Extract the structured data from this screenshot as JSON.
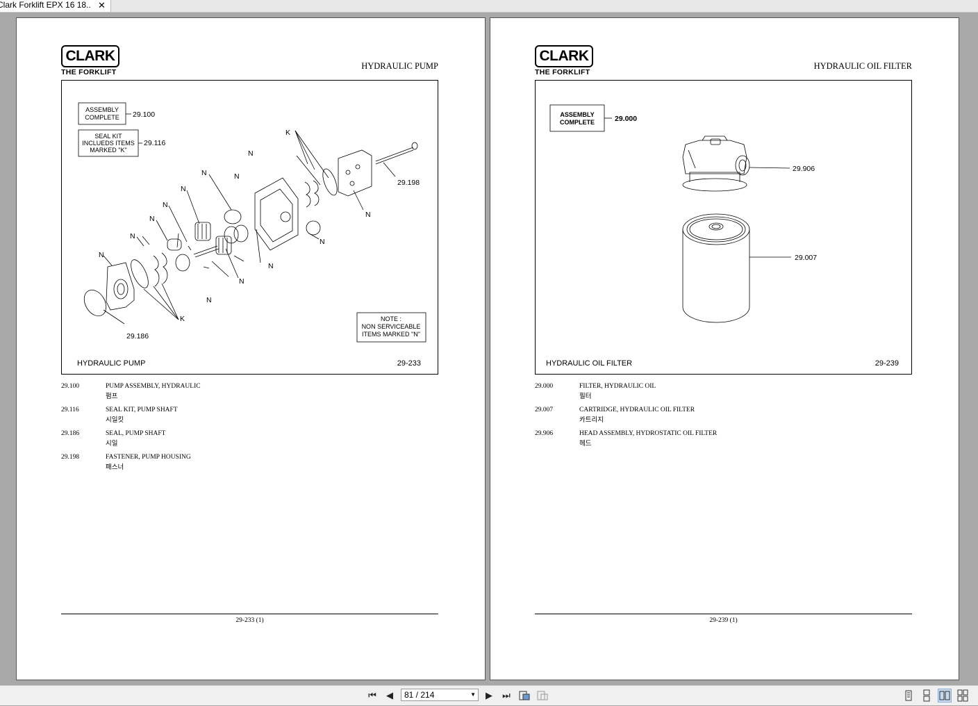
{
  "tab": {
    "title": "Clark Forklift EPX 16 18...",
    "close": "✕"
  },
  "left_page": {
    "logo": {
      "brand": "CLARK",
      "sub": "THE FORKLIFT"
    },
    "heading": "HYDRAULIC PUMP",
    "figure": {
      "assembly_box": [
        "ASSEMBLY",
        "COMPLETE"
      ],
      "assembly_ref": "29.100",
      "seal_box": [
        "SEAL KIT",
        "INCLUEDS ITEMS",
        "MARKED \"K\""
      ],
      "seal_ref": "29.116",
      "note_box": [
        "NOTE :",
        "NON SERVICEABLE",
        "ITEMS MARKED \"N\""
      ],
      "callout_n": "N",
      "callout_k": "K",
      "ref_198": "29.198",
      "ref_186": "29.186",
      "caption": "HYDRAULIC PUMP",
      "number": "29-233"
    },
    "parts": [
      {
        "num": "29.100",
        "desc": "PUMP ASSEMBLY, HYDRAULIC",
        "kr": "펌프"
      },
      {
        "num": "29.116",
        "desc": "SEAL KIT, PUMP SHAFT",
        "kr": "시일킷"
      },
      {
        "num": "29.186",
        "desc": "SEAL, PUMP SHAFT",
        "kr": "시일"
      },
      {
        "num": "29.198",
        "desc": "FASTENER, PUMP HOUSING",
        "kr": "패스너"
      }
    ],
    "footer": "29-233 (1)"
  },
  "right_page": {
    "logo": {
      "brand": "CLARK",
      "sub": "THE FORKLIFT"
    },
    "heading": "HYDRAULIC OIL FILTER",
    "figure": {
      "assembly_box": [
        "ASSEMBLY",
        "COMPLETE"
      ],
      "assembly_ref": "29.000",
      "ref_906": "29.906",
      "ref_007": "29.007",
      "caption": "HYDRAULIC OIL FILTER",
      "number": "29-239"
    },
    "parts": [
      {
        "num": "29.000",
        "desc": "FILTER, HYDRAULIC OIL",
        "kr": "필터"
      },
      {
        "num": "29.007",
        "desc": "CARTRIDGE, HYDRAULIC OIL FILTER",
        "kr": "카트리지"
      },
      {
        "num": "29.906",
        "desc": "HEAD ASSEMBLY, HYDROSTATIC OIL FILTER",
        "kr": "헤드"
      }
    ],
    "footer": "29-239 (1)"
  },
  "nav": {
    "page_indicator": "81 / 214",
    "first": "⏮",
    "prev": "◀",
    "next": "▶",
    "last": "⏭"
  }
}
